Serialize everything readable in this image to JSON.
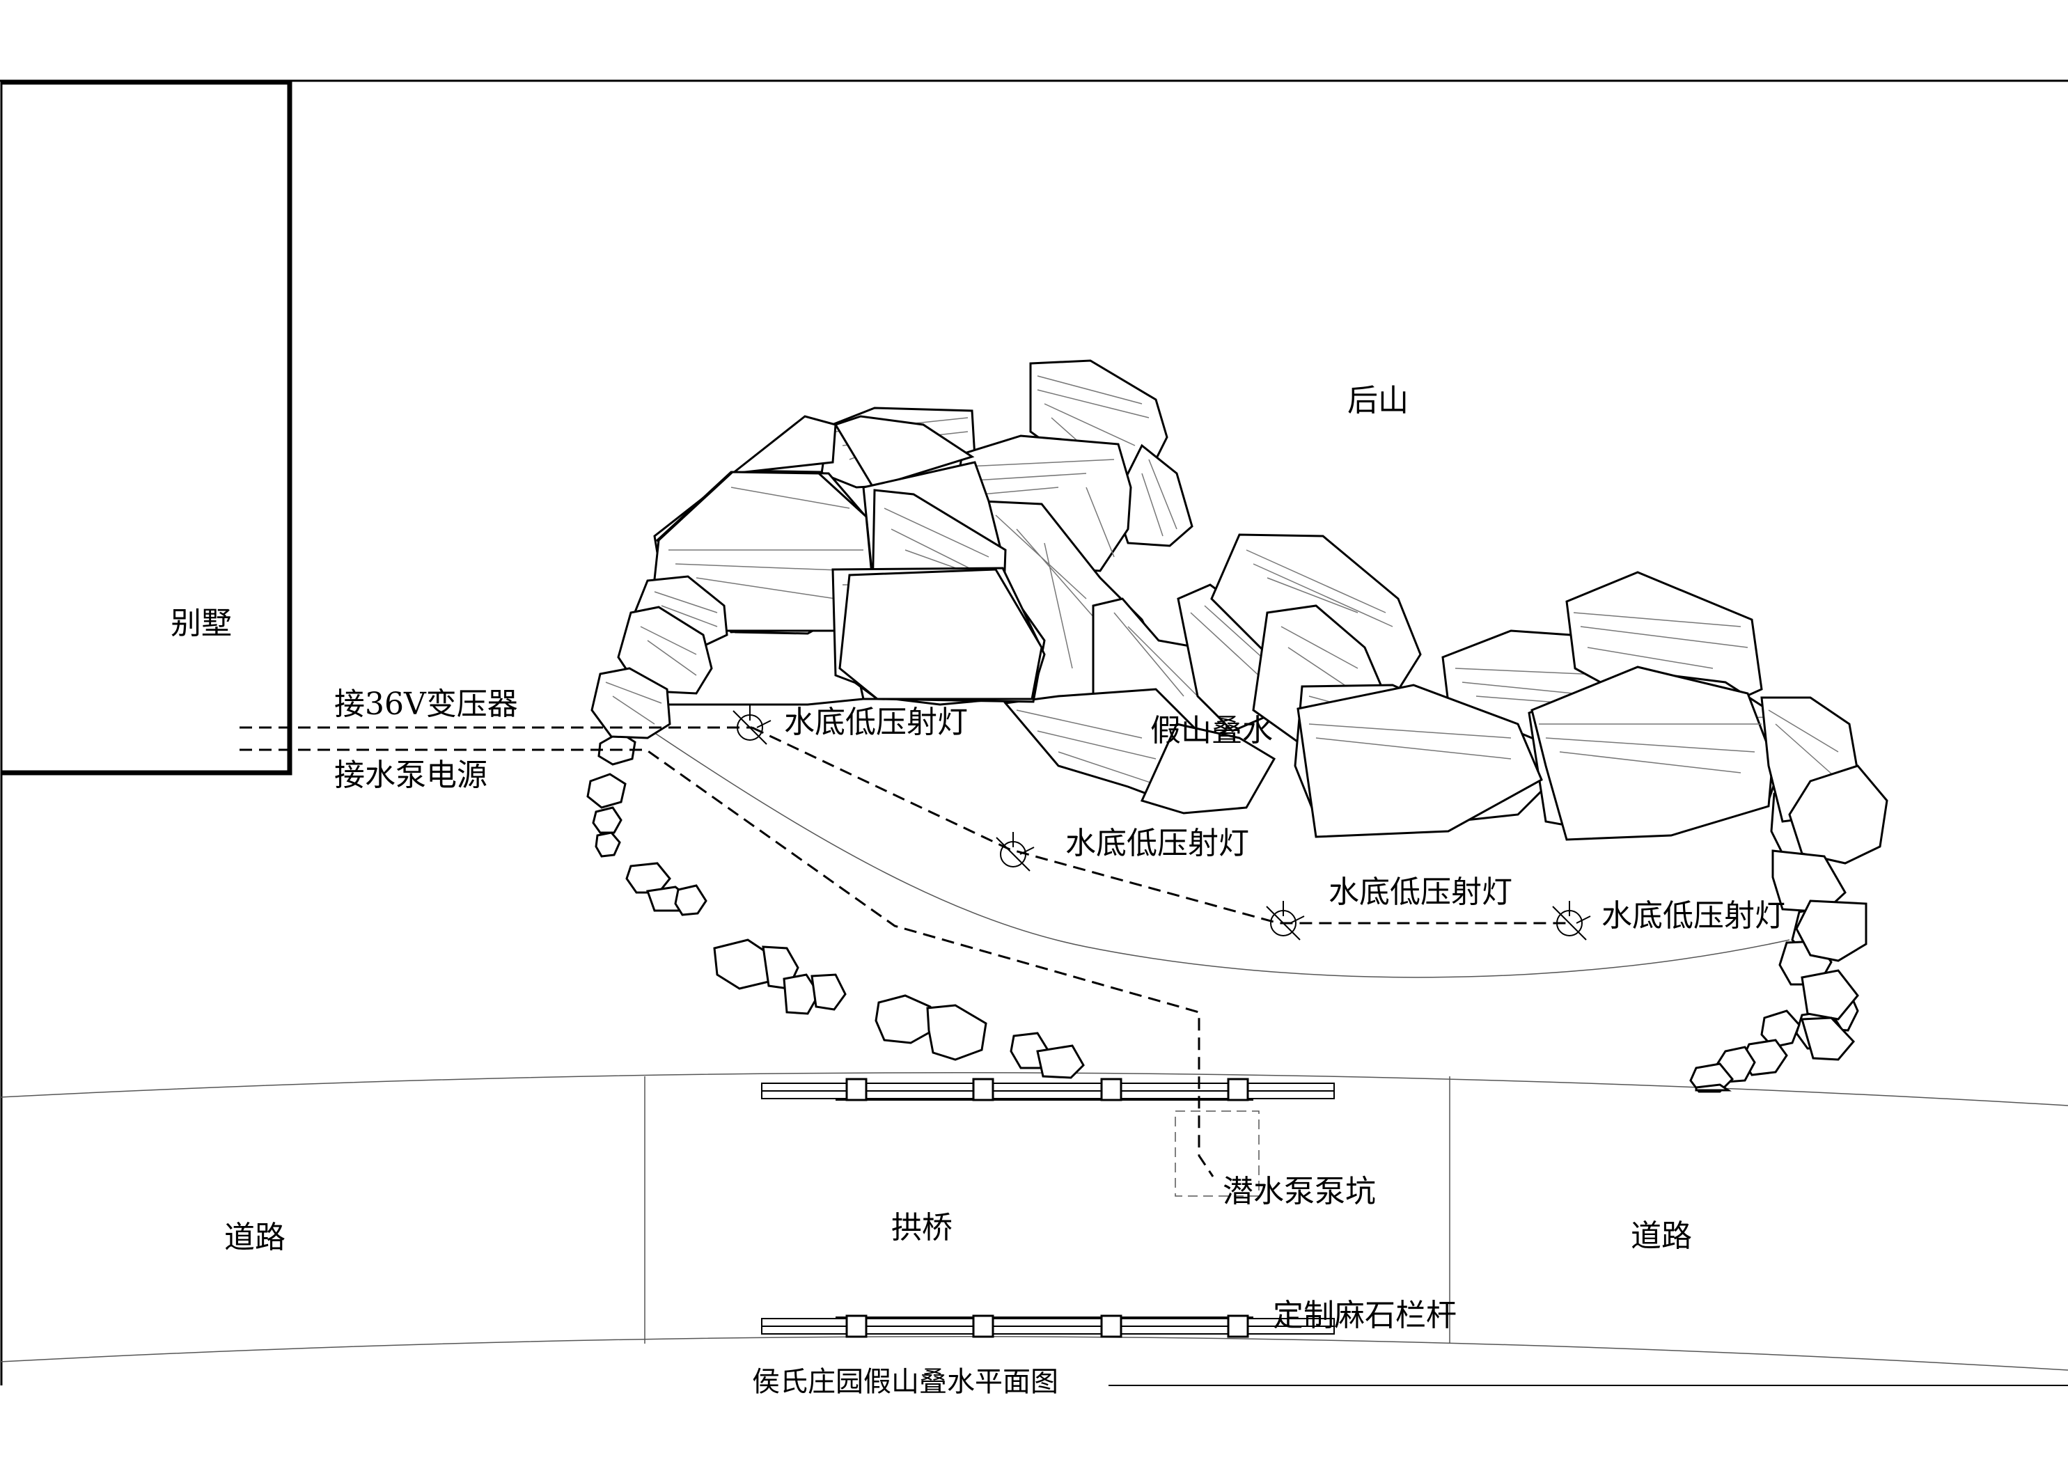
{
  "labels": {
    "villa": "别墅",
    "back_hill": "后山",
    "transformer": "接36V变压器",
    "pump_power": "接水泵电源",
    "light_1": "水底低压射灯",
    "light_2": "水底低压射灯",
    "light_3": "水底低压射灯",
    "light_4": "水底低压射灯",
    "rockery_water": "假山叠水",
    "pump_pit": "潜水泵泵坑",
    "road_left": "道路",
    "road_right": "道路",
    "arch_bridge": "拱桥",
    "railing": "定制麻石栏杆",
    "drawing_title": "侯氏庄园假山叠水平面图"
  }
}
